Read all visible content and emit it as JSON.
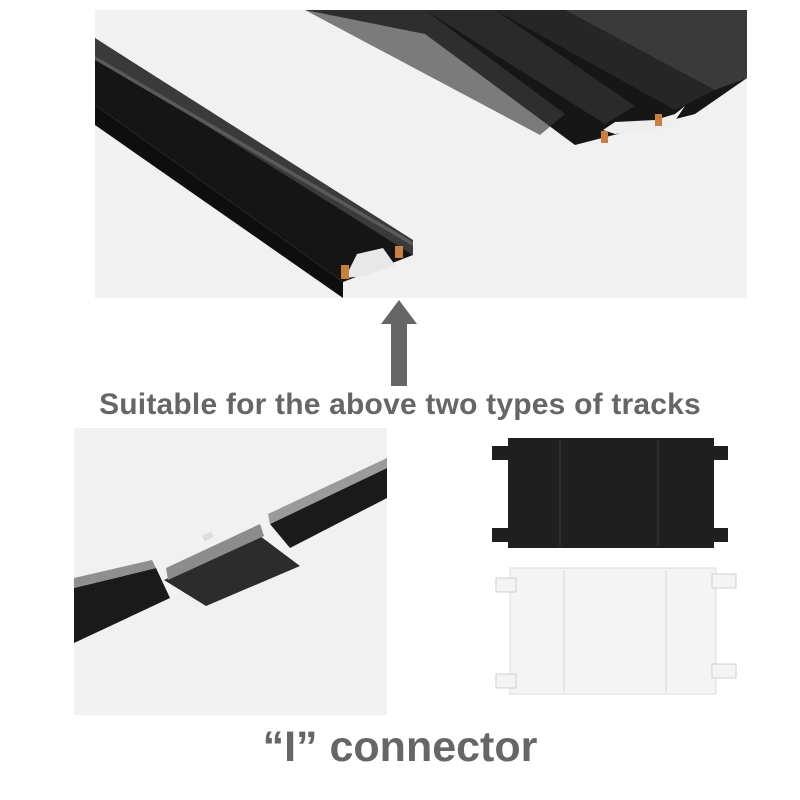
{
  "captions": {
    "suitable": "Suitable for the above two types of tracks",
    "connector": "“I”  connector"
  },
  "colors": {
    "caption_text": "#666666",
    "arrow": "#666666",
    "track_black": "#1c1c1c",
    "track_grey": "#8a8a8a",
    "connector_white": "#f4f4f4",
    "photo_background": "#f1f1f1"
  },
  "images": {
    "top": "photo of two black magnetic track profiles (narrow single-channel and wide double-channel)",
    "bottom_left": "photo of an I-shaped connector joining two track sections",
    "bottom_right": "black and white I connector product shots"
  }
}
